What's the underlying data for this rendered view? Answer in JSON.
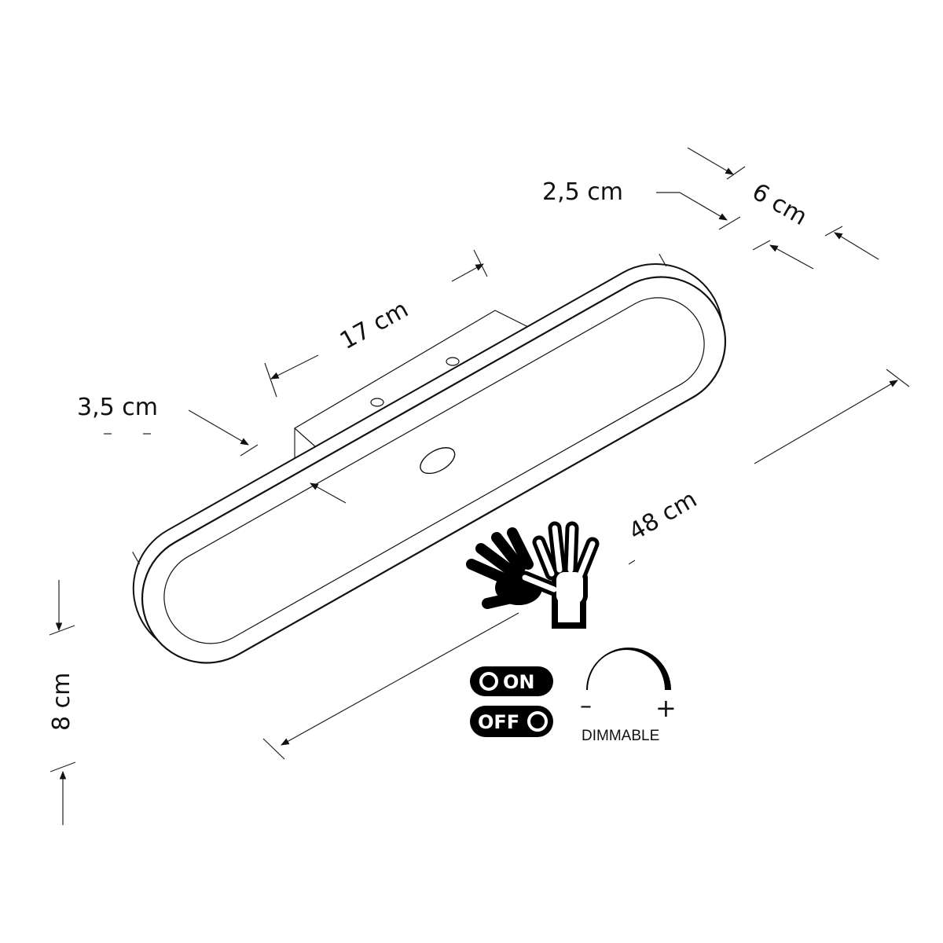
{
  "dimensions": {
    "length": "48 cm",
    "height": "8 cm",
    "depth": "6 cm",
    "thickness": "2,5 cm",
    "mount_width": "17 cm",
    "mount_height": "3,5 cm"
  },
  "features": {
    "switch_on": "ON",
    "switch_off": "OFF",
    "dimmable_minus": "–",
    "dimmable_plus": "+",
    "dimmable_label": "DIMMABLE",
    "sensor_icon": "hand-wave-sensor-icon"
  },
  "colors": {
    "line": "#111111",
    "background": "#ffffff"
  }
}
